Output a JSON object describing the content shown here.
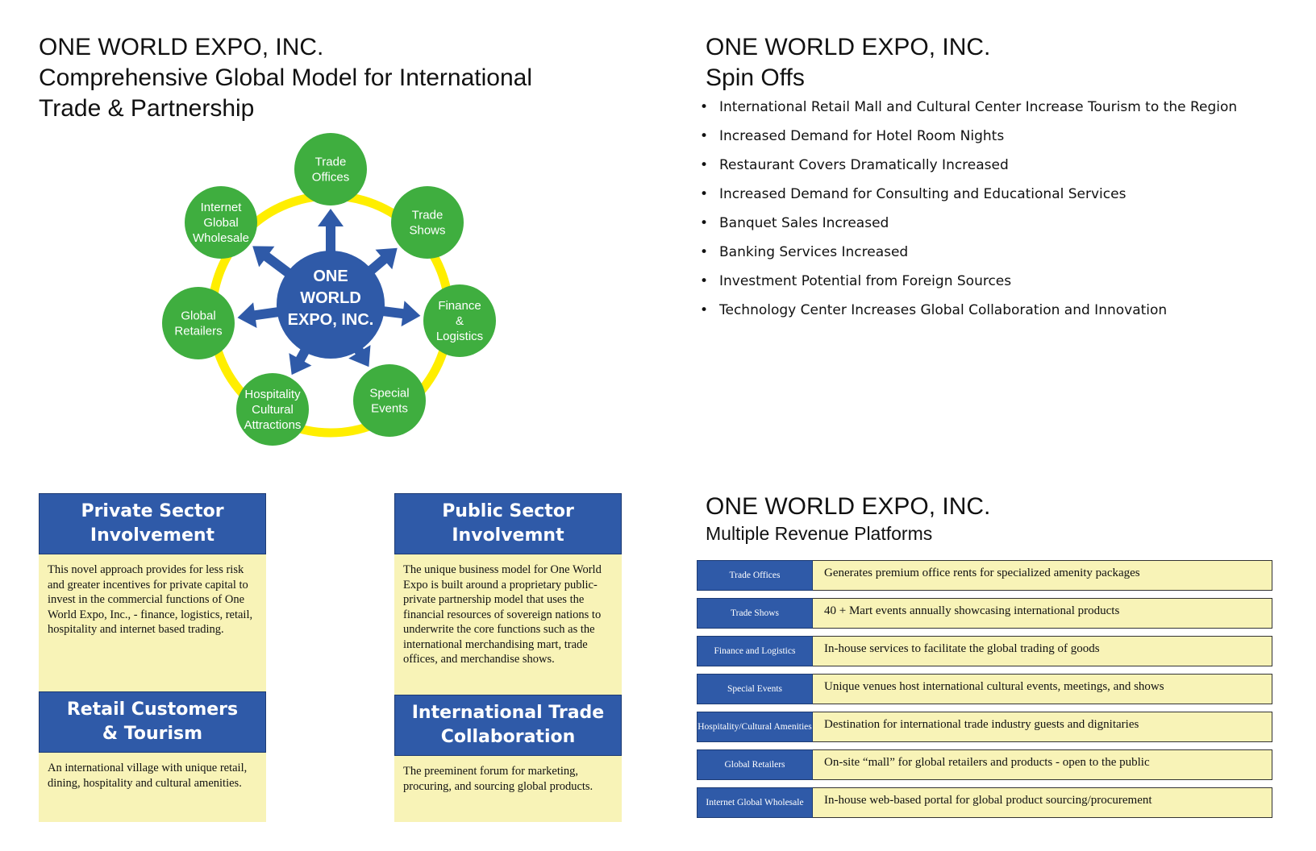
{
  "left_panel": {
    "company": "ONE WORLD EXPO, INC.",
    "title_line1": "Comprehensive Global Model for International",
    "title_line2": "Trade & Partnership"
  },
  "diagram": {
    "hub_lines": [
      "ONE",
      "WORLD",
      "EXPO, INC."
    ],
    "nodes": [
      {
        "lines": [
          "Trade",
          "Offices"
        ]
      },
      {
        "lines": [
          "Trade",
          "Shows"
        ]
      },
      {
        "lines": [
          "Finance",
          "&",
          "Logistics"
        ]
      },
      {
        "lines": [
          "Special",
          "Events"
        ]
      },
      {
        "lines": [
          "Hospitality",
          "Cultural",
          "Attractions"
        ]
      },
      {
        "lines": [
          "Global",
          "Retailers"
        ]
      },
      {
        "lines": [
          "Internet",
          "Global",
          "Wholesale"
        ]
      }
    ],
    "colors": {
      "ring": "#ffee00",
      "node": "#3fae3f",
      "hub": "#2f5aa8",
      "arrow": "#2f5aa8"
    }
  },
  "spin_offs": {
    "company": "ONE WORLD EXPO, INC.",
    "title": "Spin Offs",
    "items": [
      "International Retail Mall and Cultural Center Increase Tourism to the Region",
      "Increased Demand for Hotel Room Nights",
      "Restaurant Covers Dramatically Increased",
      "Increased Demand for Consulting and Educational Services",
      "Banquet Sales Increased",
      "Banking Services Increased",
      "Investment Potential from Foreign Sources",
      "Technology Center Increases Global Collaboration and Innovation"
    ]
  },
  "boxes": {
    "private": {
      "title_line1": "Private Sector",
      "title_line2": "Involvement",
      "body": "This novel approach provides for less risk and greater incentives for private capital to invest in the commercial functions of One World Expo, Inc., - finance, logistics, retail, hospitality and internet based trading."
    },
    "public": {
      "title_line1": "Public Sector",
      "title_line2": "Involvemnt",
      "body": "The unique business model for One World Expo is built around a proprietary public-private partnership model that uses the financial resources of sovereign nations to underwrite the core functions such as the international merchandising mart, trade offices, and merchandise shows."
    },
    "retail": {
      "title_line1": "Retail Customers",
      "title_line2": "& Tourism",
      "body": "An international village with unique retail, dining, hospitality and cultural amenities."
    },
    "trade": {
      "title_line1": "International Trade",
      "title_line2": "Collaboration",
      "body": "The preeminent forum for marketing, procuring, and sourcing global products."
    }
  },
  "revenue": {
    "company": "ONE WORLD EXPO, INC.",
    "title": "Multiple Revenue Platforms",
    "rows": [
      {
        "label": "Trade Offices",
        "desc": "Generates premium office rents for specialized amenity packages"
      },
      {
        "label": "Trade Shows",
        "desc": "40 + Mart events annually showcasing international products"
      },
      {
        "label": "Finance and Logistics",
        "desc": "In-house services to facilitate the global trading of goods"
      },
      {
        "label": "Special Events",
        "desc": "Unique venues host international cultural events, meetings, and shows"
      },
      {
        "label": "Hospitality/Cultural Amenities",
        "desc": "Destination for international trade industry guests and dignitaries"
      },
      {
        "label": "Global Retailers",
        "desc": "On-site “mall” for global retailers and products - open to the public"
      },
      {
        "label": "Internet Global Wholesale",
        "desc": "In-house web-based portal for global product sourcing/procurement"
      }
    ]
  }
}
